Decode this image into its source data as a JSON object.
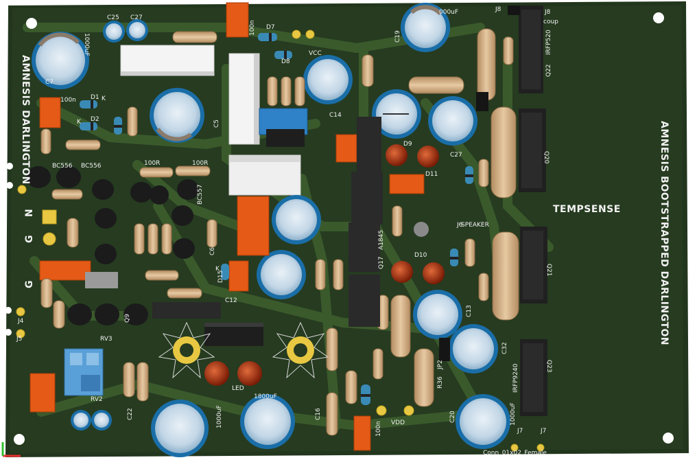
{
  "board": {
    "title_right": "AMNESIS BOOTSTRAPPED DARLINGTON",
    "title_left": "AMNESIS DARLINGTON",
    "tempsense": "TEMPSENSE",
    "speaker": "SPEAKER",
    "colors": {
      "solder_mask": "#263b20",
      "copper_trace": "#3a5a2c",
      "silkscreen": "#f2f2f2",
      "electrolytic_body": "#1a6ea8",
      "electrolytic_top": "#c7d8e6",
      "film_cap": "#e45a16",
      "resistor_body": "#d2ae84",
      "transistor": "#1b1b1b",
      "pad_gold": "#e8c842",
      "led_red": "#b03010",
      "trimmer_blue": "#5aa0d8"
    }
  },
  "labels": {
    "c25": "C25",
    "c27": "C27",
    "c7_1000uf": "1000uF",
    "c7": "C7",
    "d1": "D1",
    "d2": "D2",
    "k1": "K",
    "k2": "K",
    "n100": "100n",
    "d7": "D7",
    "d8": "D8",
    "vcc": "VCC",
    "n100b": "100n",
    "c19": "C19",
    "uf1000_top": "000uF",
    "j8": "J8",
    "j8coup": "J8",
    "coup": "coup",
    "irfp520": "IRFP520",
    "q22": "Q22",
    "c5": "C5",
    "c14": "C14",
    "d9": "D9",
    "d11": "D11",
    "c27b": "C27",
    "q20": "Q20",
    "bc556": "BC556",
    "bc556b": "BC556",
    "r100a": "100R",
    "r100b": "100R",
    "bc557": "BC557",
    "j6": "J6",
    "a1845": "A1845",
    "q17": "Q17",
    "d10": "D10",
    "q21": "Q21",
    "d15": "D15",
    "c13": "C13",
    "c12": "C12",
    "q9": "Q9",
    "rv3": "RV3",
    "rv2": "RV2",
    "led": "LED",
    "c22": "C22",
    "c16": "C16",
    "uf1800": "1800uF",
    "uf1000b": "1000uF",
    "vdd": "VDD",
    "n100c": "100n",
    "c20": "C20",
    "uf1000c": "1000uF",
    "jp2": "JP2",
    "r36": "R36",
    "c32": "C32",
    "q23": "Q23",
    "irfp9240": "IRFP9240",
    "j7": "J7",
    "j7b": "J7",
    "conn_female": "Conn_01x02_Female",
    "g1": "G",
    "n1": "N",
    "g2": "G",
    "j5": "J5",
    "j4": "J4",
    "k15": "K",
    "u15": "15",
    "c6": "C6"
  }
}
